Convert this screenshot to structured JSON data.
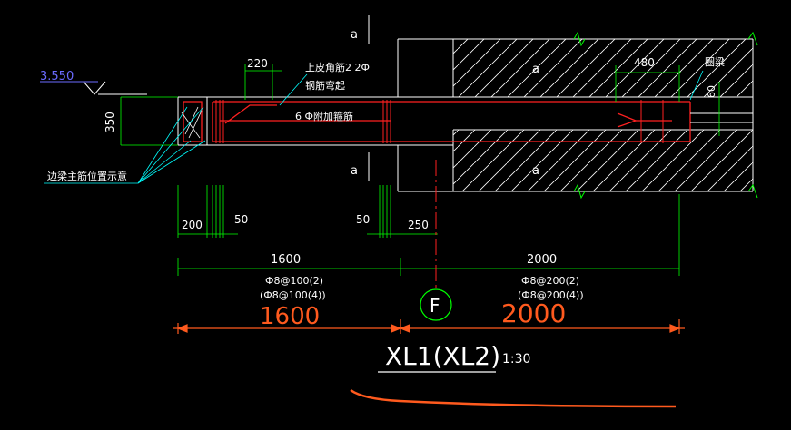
{
  "colors": {
    "background": "#000000",
    "wall": "#FFFFFF",
    "hatch": "#FFFFFF",
    "beam_outline": "#FFFFFF",
    "rebar": "#FF2020",
    "stirrup": "#FF2020",
    "dim": "#FFFFFF",
    "dim_line": "#00FF00",
    "leader": "#00FFFF",
    "elev": "#6B6BFF",
    "big_dim": "#FF5A1E",
    "centerline": "#FF2020",
    "grid_circle": "#00FF00",
    "text_cyan": "#00FFFF"
  },
  "labels": {
    "elevation": "3.550",
    "section_a": "a",
    "dim_220": "220",
    "dim_480": "480",
    "dim_60": "60",
    "dim_350": "350",
    "top_corner_bar": "上皮角筋2 2Ф",
    "bar_bent": "钢筋弯起",
    "extra_stirrup": "6 Ф附加箍筋",
    "ring_beam": "圈梁",
    "main_bar_note": "边梁主筋位置示意",
    "dim_200": "200",
    "dim_50_left": "50",
    "dim_50_mid": "50",
    "dim_250": "250",
    "span_1600": "1600",
    "span_2000": "2000",
    "stirrup_left_1": "Ф8@100(2)",
    "stirrup_left_2": "(Ф8@100(4))",
    "stirrup_right_1": "Ф8@200(2)",
    "stirrup_right_2": "(Ф8@200(4))",
    "big_1600": "1600",
    "big_2000": "2000",
    "grid_axis": "F",
    "title": "XL1(XL2)",
    "scale": "1:30"
  }
}
